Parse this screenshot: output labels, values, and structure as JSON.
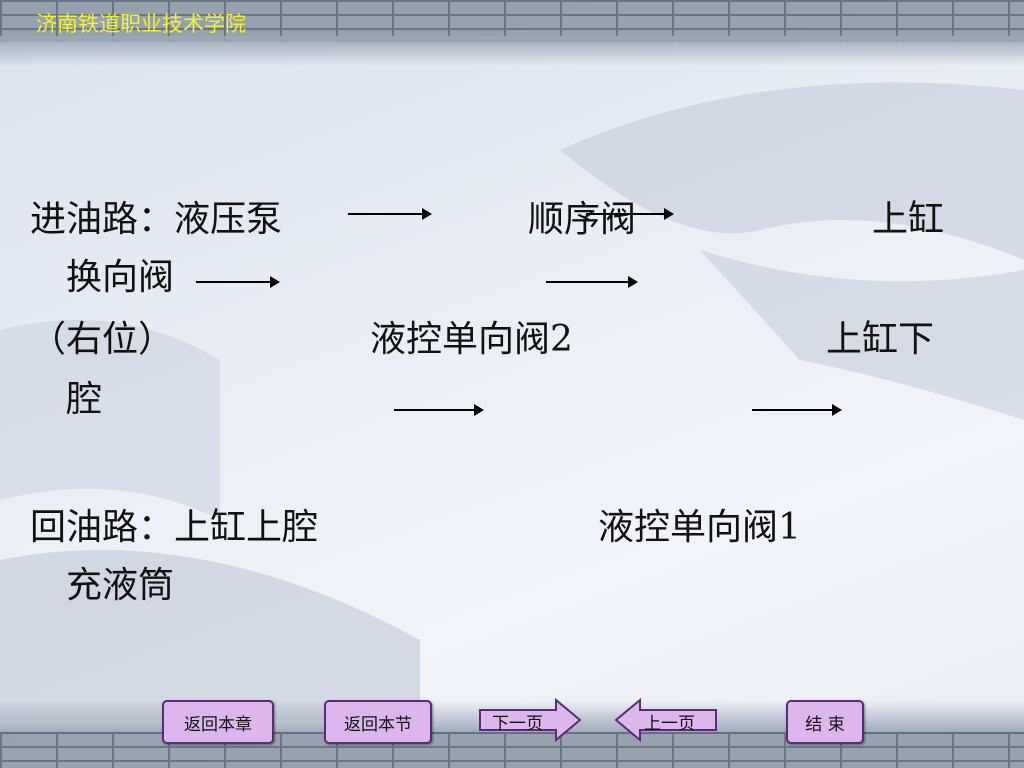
{
  "header": {
    "title": "济南铁道职业技术学院"
  },
  "content": {
    "line1": {
      "a": "进油路：液压泵",
      "b": "顺序阀",
      "c": "上缸"
    },
    "line2": "换向阀",
    "line3": {
      "a": "（右位）",
      "b": "液控单向阀2",
      "c": "上缸下"
    },
    "line4": "腔",
    "line5": {
      "a": "回油路：上缸上腔",
      "b": "液控单向阀1"
    },
    "line6": "充液筒"
  },
  "nav": {
    "back_chapter": "返回本章",
    "back_section": "返回本节",
    "next_page": "下一页",
    "prev_page": "上一页",
    "end": "结 束"
  },
  "colors": {
    "title": "#f4f130",
    "button_fill": "#dcb6ec",
    "button_border": "#5b2b7a"
  }
}
